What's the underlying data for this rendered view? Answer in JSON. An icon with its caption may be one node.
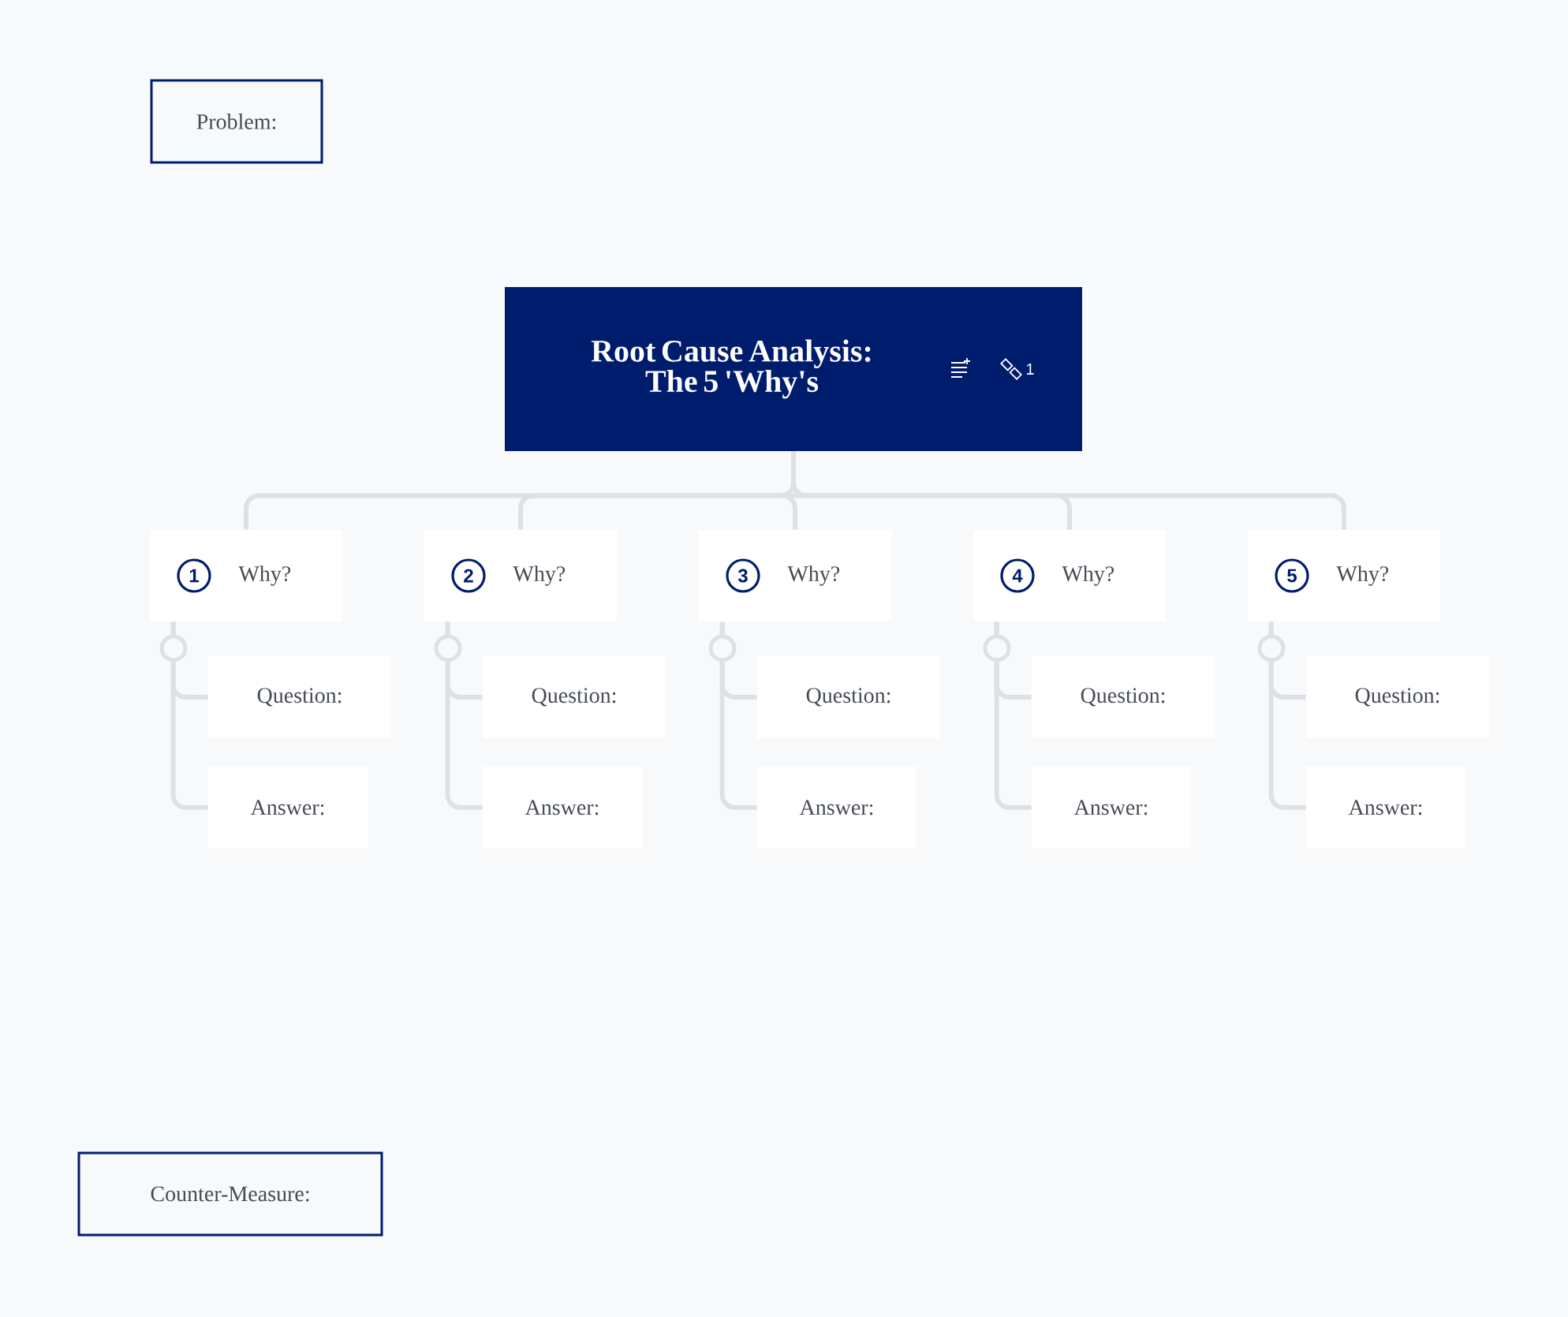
{
  "diagram": {
    "nodes": [
      {
        "text": [
          "Problem:"
        ]
      },
      {
        "text": [
          "Root Cause Analysis: The 5 'Why's",
          "1"
        ]
      },
      {
        "text": [
          "1",
          "Why?"
        ]
      },
      {
        "text": [
          "Question:"
        ]
      },
      {
        "text": [
          "Answer:"
        ]
      },
      {
        "text": [
          "2",
          "Why?"
        ]
      },
      {
        "text": [
          "Question:"
        ]
      },
      {
        "text": [
          "Answer:"
        ]
      },
      {
        "text": [
          "3",
          "Why?"
        ]
      },
      {
        "text": [
          "Question:"
        ]
      },
      {
        "text": [
          "Answer:"
        ]
      },
      {
        "text": [
          "4",
          "Why?"
        ]
      },
      {
        "text": [
          "Question:"
        ]
      },
      {
        "text": [
          "Answer:"
        ]
      },
      {
        "text": [
          "5",
          "Why?"
        ]
      },
      {
        "text": [
          "Question:"
        ]
      },
      {
        "text": [
          "Answer:"
        ]
      },
      {
        "text": [
          "Counter-Measure:"
        ]
      }
    ],
    "edges": [
      {
        "from": 1,
        "to": 2,
        "arrow": "none"
      },
      {
        "from": 1,
        "to": 5,
        "arrow": "none"
      },
      {
        "from": 1,
        "to": 8,
        "arrow": "none"
      },
      {
        "from": 1,
        "to": 11,
        "arrow": "none"
      },
      {
        "from": 1,
        "to": 14,
        "arrow": "none"
      },
      {
        "from": 2,
        "to": 3,
        "arrow": "none"
      },
      {
        "from": 2,
        "to": 4,
        "arrow": "none"
      },
      {
        "from": 5,
        "to": 6,
        "arrow": "none"
      },
      {
        "from": 5,
        "to": 7,
        "arrow": "none"
      },
      {
        "from": 8,
        "to": 9,
        "arrow": "none"
      },
      {
        "from": 8,
        "to": 10,
        "arrow": "none"
      },
      {
        "from": 11,
        "to": 12,
        "arrow": "none"
      },
      {
        "from": 11,
        "to": 13,
        "arrow": "none"
      },
      {
        "from": 14,
        "to": 15,
        "arrow": "none"
      },
      {
        "from": 14,
        "to": 16,
        "arrow": "none"
      }
    ]
  }
}
